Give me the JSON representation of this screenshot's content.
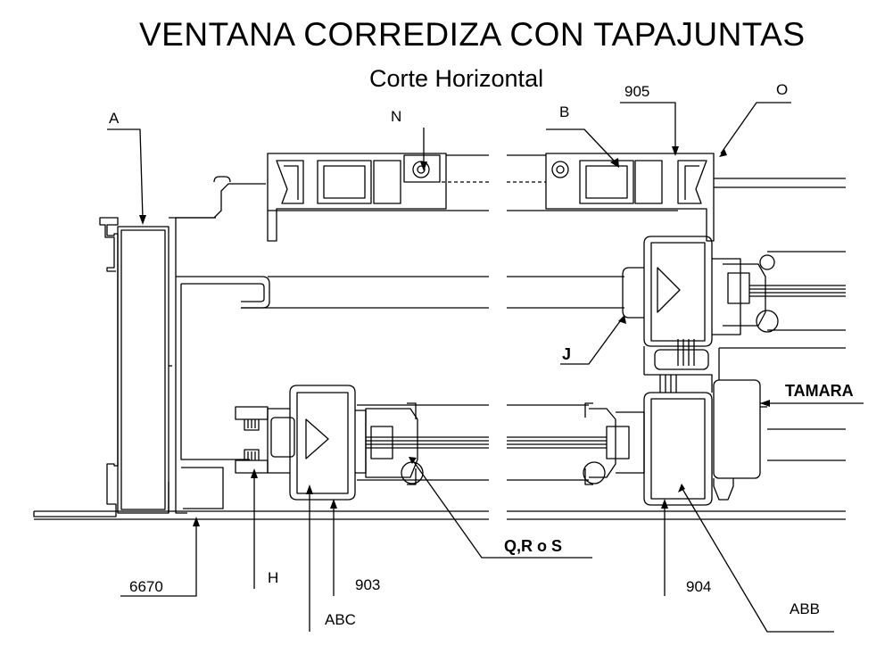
{
  "title": "VENTANA CORREDIZA CON TAPAJUNTAS",
  "subtitle": "Corte Horizontal",
  "labels": {
    "a": "A",
    "n": "N",
    "b": "B",
    "p905": "905",
    "o": "O",
    "j": "J",
    "tamara": "TAMARA",
    "qrs": "Q,R o S",
    "p6670": "6670",
    "h": "H",
    "p903": "903",
    "abc": "ABC",
    "p904": "904",
    "abb": "ABB"
  }
}
